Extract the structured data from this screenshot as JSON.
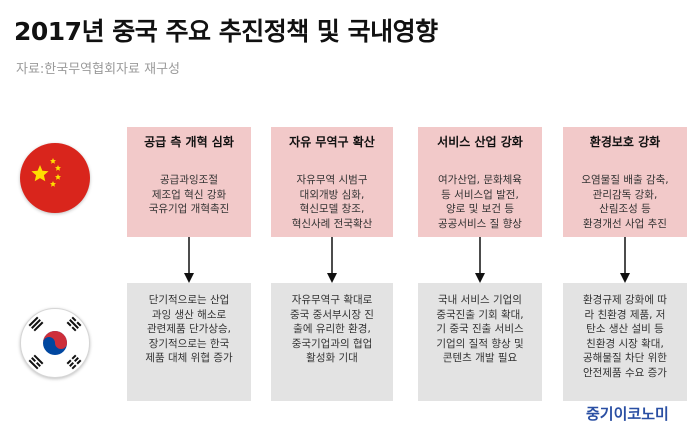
{
  "title": "2017년 중국 주요 추진정책 및 국내영향",
  "source": "자료:한국무역협회자료 재구성",
  "brand": "중기이코노미",
  "colors": {
    "policy_box": "#f2c9c9",
    "effect_box": "#e3e3e3",
    "china_red": "#d9251c",
    "china_star": "#ffde00",
    "korea_red": "#cd2e3a",
    "korea_blue": "#0047a0",
    "brand": "#2a4fa3"
  },
  "flags": {
    "top": "china-flag-icon",
    "bottom": "korea-flag-icon"
  },
  "policies": [
    {
      "heading": "공급 측 개혁 심화",
      "lines": [
        "공급과잉조절",
        "제조업 혁신 강화",
        "국유기업 개혁촉진"
      ]
    },
    {
      "heading": "자유 무역구 확산",
      "lines": [
        "자유무역 시범구",
        "대외개방 심화,",
        "혁신모델 창조,",
        "혁신사례 전국확산"
      ]
    },
    {
      "heading": "서비스 산업 강화",
      "lines": [
        "여가산업, 문화체육",
        "등 서비스업 발전,",
        "양로 및 보건 등",
        "공공서비스 질 향상"
      ]
    },
    {
      "heading": "환경보호 강화",
      "lines": [
        "오염물질 배출 감축,",
        "관리감독 강화,",
        "산림조성 등",
        "환경개선 사업 추진"
      ]
    }
  ],
  "effects": [
    {
      "lines": [
        "단기적으로는 산업",
        "과잉 생산 해소로",
        "관련제품 단가상승,",
        "장기적으로는 한국",
        "제품 대체 위협 증가"
      ]
    },
    {
      "lines": [
        "자유무역구 확대로",
        "중국 중서부시장 진",
        "출에 유리한 환경,",
        "중국기업과의 협업",
        "활성화 기대"
      ]
    },
    {
      "lines": [
        "국내 서비스 기업의",
        "중국진출 기회 확대,",
        "기 중국 진출 서비스",
        "기업의 질적 향상 및",
        "콘텐츠 개발 필요"
      ]
    },
    {
      "lines": [
        "환경규제 강화에 따",
        "라 친환경 제품, 저",
        "탄소 생산 설비 등",
        "친환경 시장 확대,",
        "공해물질 차단 위한",
        "안전제품 수요 증가"
      ]
    }
  ]
}
